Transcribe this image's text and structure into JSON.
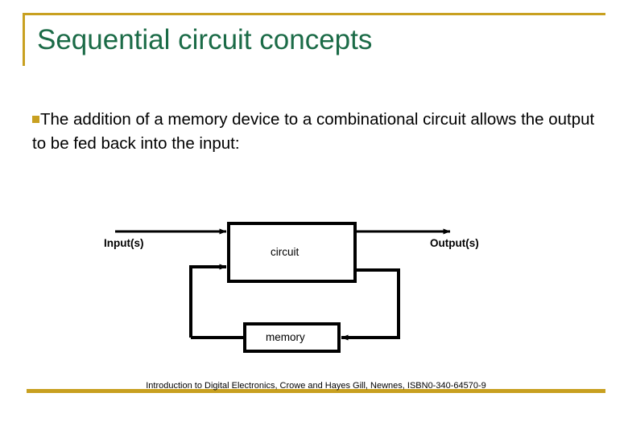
{
  "slide": {
    "title": "Sequential circuit concepts",
    "accent_color": "#c8a020",
    "title_color": "#1b6b47",
    "body_color": "#000000",
    "background_color": "#ffffff"
  },
  "body": {
    "bullets": [
      {
        "marker": "square-bullet",
        "text": "The addition of a memory device to a combinational circuit allows the output to be fed back into the input:"
      }
    ]
  },
  "diagram": {
    "type": "block-diagram",
    "blocks": [
      {
        "id": "circuit",
        "label": "circuit"
      },
      {
        "id": "memory",
        "label": "memory"
      }
    ],
    "labels": {
      "input": "Input(s)",
      "output": "Output(s)"
    },
    "connections": [
      {
        "from": "input",
        "to": "circuit",
        "arrow": true
      },
      {
        "from": "circuit",
        "to": "output",
        "arrow": true
      },
      {
        "from": "circuit",
        "to": "memory",
        "arrow": true
      },
      {
        "from": "memory",
        "to": "circuit",
        "arrow": true
      }
    ],
    "line_color": "#000000"
  },
  "footer": {
    "citation": "Introduction to Digital Electronics, Crowe and Hayes Gill, Newnes, ISBN0-340-64570-9"
  }
}
